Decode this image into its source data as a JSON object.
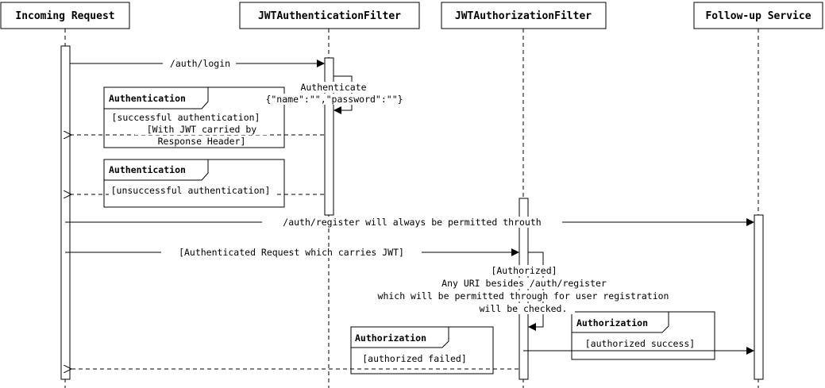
{
  "participants": [
    {
      "name": "Incoming Request"
    },
    {
      "name": "JWTAuthenticationFilter"
    },
    {
      "name": "JWTAuthorizationFilter"
    },
    {
      "name": "Follow-up Service"
    }
  ],
  "messages": {
    "login": "/auth/login",
    "authenticate_line1": "Authenticate",
    "authenticate_line2": "{\"name\":\"\",\"password\":\"\"}",
    "success_line1": "[successful authentication]",
    "success_line2": "[With JWT carried by",
    "success_line3": "Response Header]",
    "unsuccessful": "[unsuccessful authentication]",
    "register": "/auth/register will always be permitted throuth",
    "authenticated_request": "[Authenticated Request which carries JWT]",
    "authorized_line1": "[Authorized]",
    "authorized_line2": "Any URI besides /auth/register",
    "authorized_line3": "which will be permitted through for user registration",
    "authorized_line4": "will be checked.",
    "authorized_success": "[authorized success]",
    "authorized_failed": "[authorized failed]"
  },
  "fragments": {
    "authentication_1": "Authentication",
    "authentication_2": "Authentication",
    "authorization_1": "Authorization",
    "authorization_2": "Authorization"
  }
}
